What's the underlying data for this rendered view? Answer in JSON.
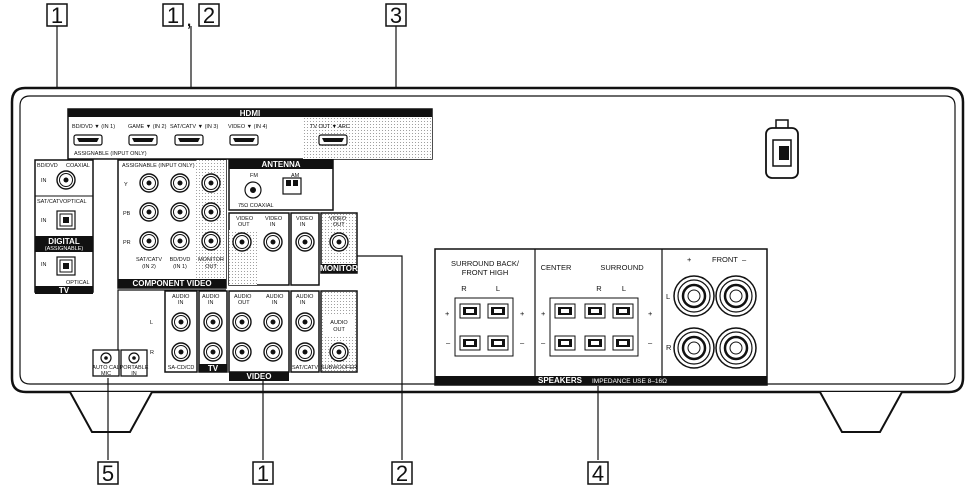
{
  "callouts": {
    "top_left": "1",
    "top_mid_a": "1",
    "top_mid_comma": ",",
    "top_mid_b": "2",
    "top_right": "3",
    "bottom_5": "5",
    "bottom_1": "1",
    "bottom_2": "2",
    "bottom_4": "4"
  },
  "hdmi": {
    "title": "HDMI",
    "ports": [
      "BD/DVD ▼ (IN 1)",
      "GAME ▼ (IN 2)",
      "SAT/CATV ▼ (IN 3)",
      "VIDEO ▼ (IN 4)",
      "TV OUT ▼ ARC"
    ],
    "assignable": "ASSIGNABLE (INPUT ONLY)"
  },
  "digital": {
    "bd_dvd": "BD/DVD",
    "coaxial": "COAXIAL",
    "in1": "IN",
    "sat_catv": "SAT/CATV",
    "optical": "OPTICAL",
    "in2": "IN",
    "title": "DIGITAL",
    "assignable": "(ASSIGNABLE)",
    "in3": "IN",
    "optical2": "OPTICAL",
    "tv": "TV"
  },
  "component": {
    "header": "ASSIGNABLE (INPUT ONLY)",
    "y": "Y",
    "pb": "PB",
    "pr": "PR",
    "sat": "SAT/CATV",
    "sat_in": "(IN 2)",
    "bd": "BD/DVD",
    "bd_in": "(IN 1)",
    "monitor": "MONITOR",
    "monitor_out": "OUT",
    "title": "COMPONENT VIDEO"
  },
  "antenna": {
    "title": "ANTENNA",
    "fm": "FM",
    "am": "AM",
    "coax": "75Ω COAXIAL"
  },
  "video": {
    "video_out": "VIDEO",
    "out": "OUT",
    "video_in": "VIDEO",
    "in": "IN",
    "monitor_video": "VIDEO",
    "monitor_out": "OUT",
    "monitor_title": "MONITOR",
    "title": "VIDEO"
  },
  "audio": {
    "audio": "AUDIO",
    "in": "IN",
    "out": "OUT",
    "l": "L",
    "r": "R",
    "sa_cd": "SA-CD/CD",
    "tv": "TV",
    "sat": "SAT/CATV",
    "subwoofer": "SUBWOOFER",
    "sub_audio": "AUDIO",
    "sub_out": "OUT"
  },
  "misc": {
    "auto_cal": "AUTO CAL",
    "mic": "MIC",
    "portable": "PORTABLE",
    "portable_in": "IN"
  },
  "speakers": {
    "surround_back": "SURROUND BACK/",
    "front_high": "FRONT HIGH",
    "center": "CENTER",
    "surround": "SURROUND",
    "front": "FRONT",
    "plus": "+",
    "minus": "–",
    "r": "R",
    "l": "L",
    "title": "SPEAKERS",
    "impedance": "IMPEDANCE USE 8–16Ω"
  }
}
